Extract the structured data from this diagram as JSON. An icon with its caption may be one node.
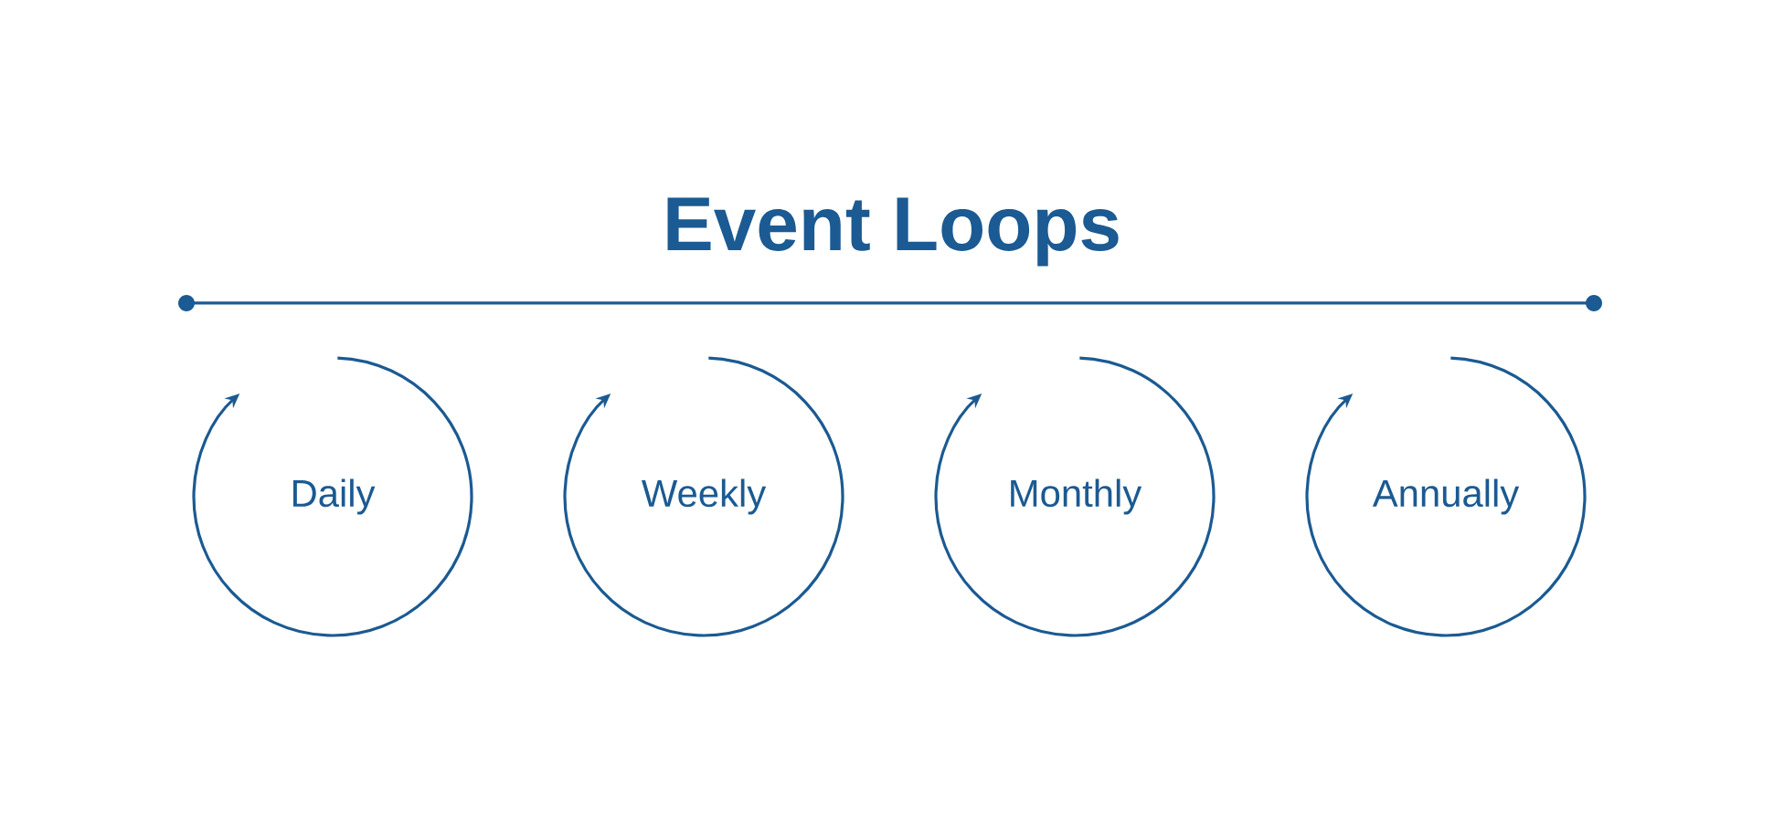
{
  "diagram": {
    "title": "Event Loops",
    "nodes": [
      {
        "text": [
          "Daily"
        ]
      },
      {
        "text": [
          "Weekly"
        ]
      },
      {
        "text": [
          "Monthly"
        ]
      },
      {
        "text": [
          "Annually"
        ]
      }
    ]
  }
}
